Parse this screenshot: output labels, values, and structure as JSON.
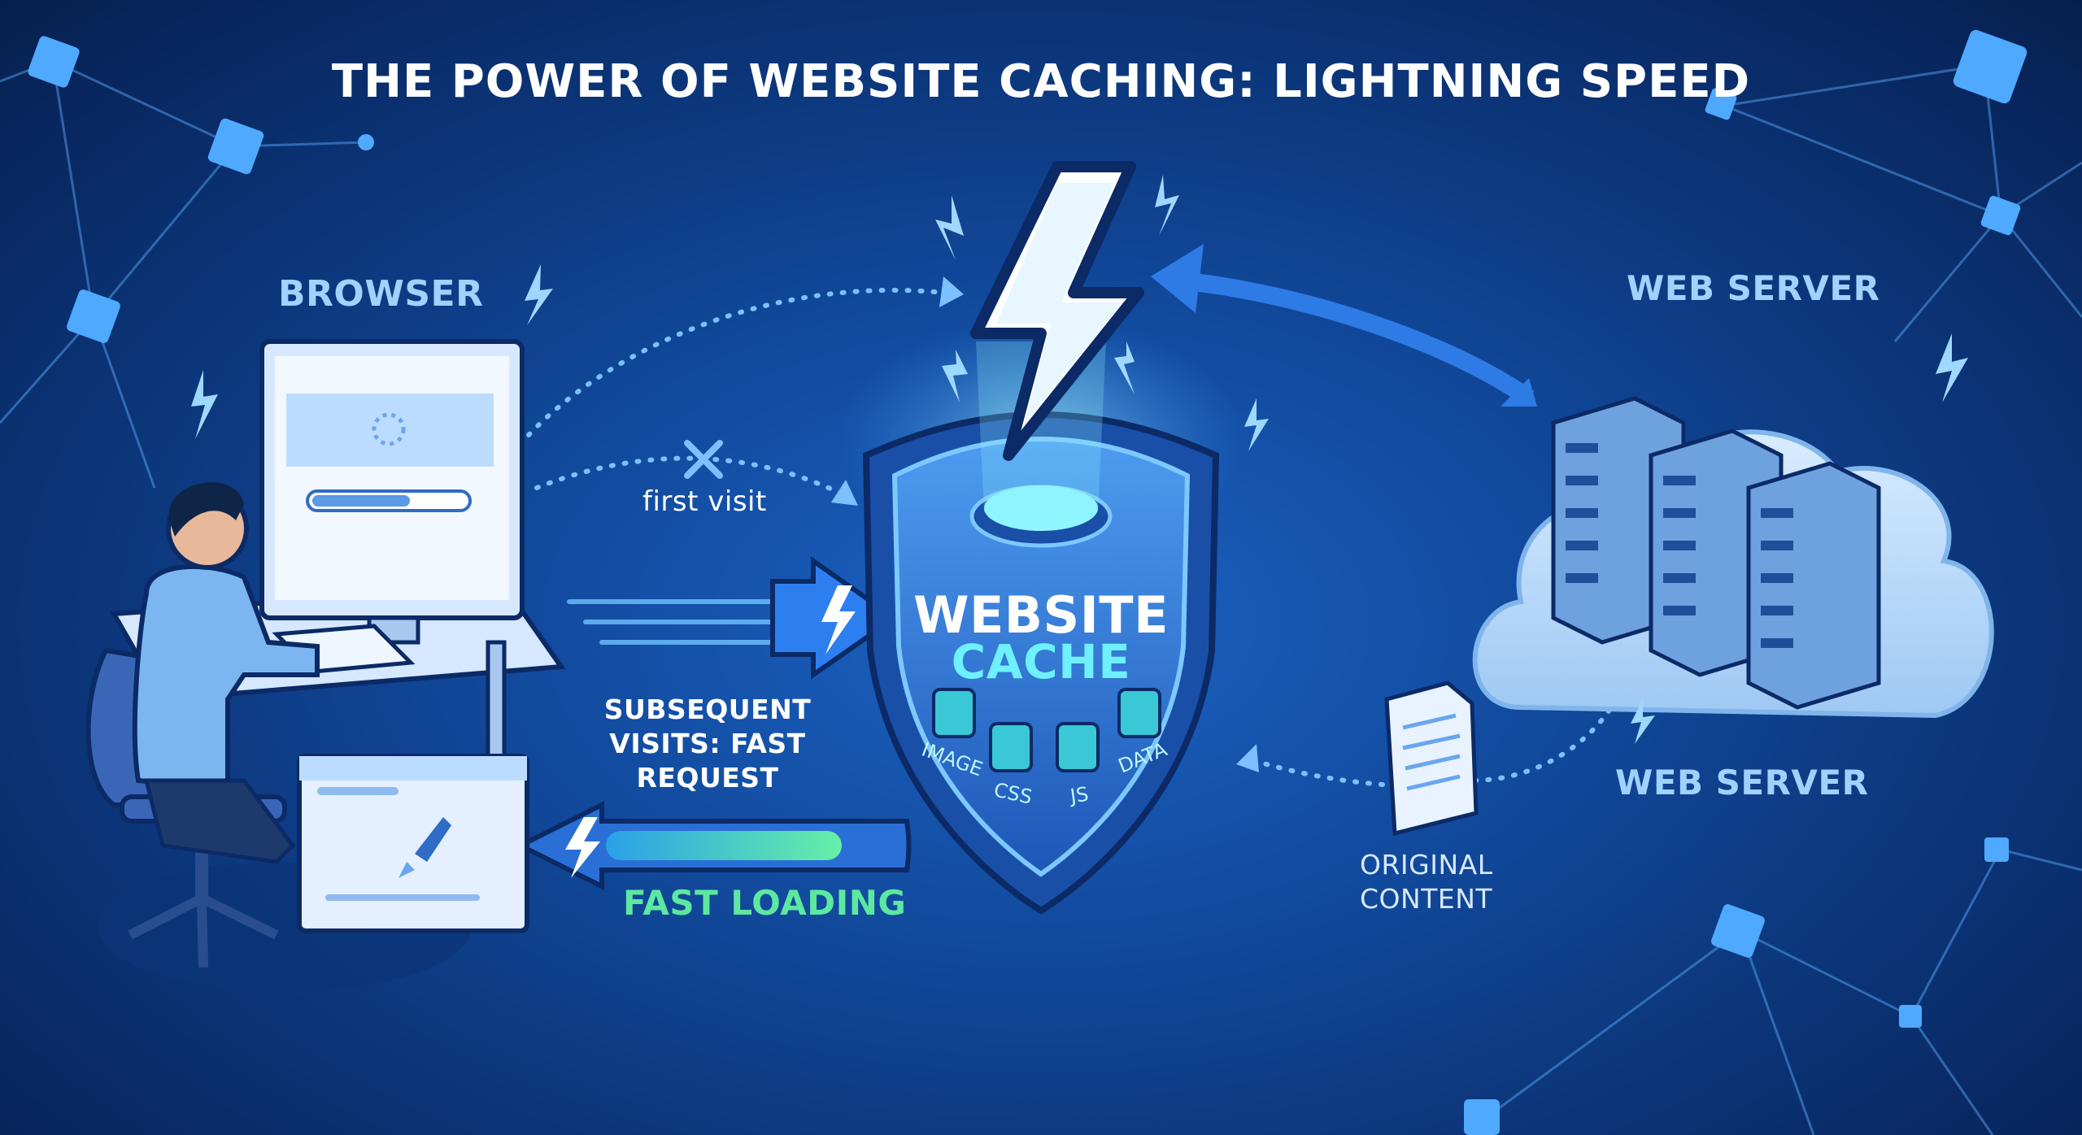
{
  "title": "THE POWER OF WEBSITE CACHING: LIGHTNING SPEED",
  "browser_label": "BROWSER",
  "first_visit_label": "first visit",
  "subsequent_label": "SUBSEQUENT VISITS: FAST REQUEST",
  "fast_loading_label": "FAST LOADING",
  "cache": {
    "line1": "WEBSITE",
    "line2": "CACHE",
    "items": [
      {
        "label": "IMAGE",
        "icon": "image-icon"
      },
      {
        "label": "CSS",
        "icon": "css-icon"
      },
      {
        "label": "JS",
        "icon": "js-icon"
      },
      {
        "label": "DATA",
        "icon": "database-icon"
      }
    ]
  },
  "server_label_top": "WEB SERVER",
  "server_label_bottom": "WEB SERVER",
  "original_content_label": "ORIGINAL CONTENT",
  "colors": {
    "accent": "#9fd2ff",
    "fast": "#5de8a0",
    "cache_text": "#6ff0ff",
    "background": "#11489a"
  }
}
